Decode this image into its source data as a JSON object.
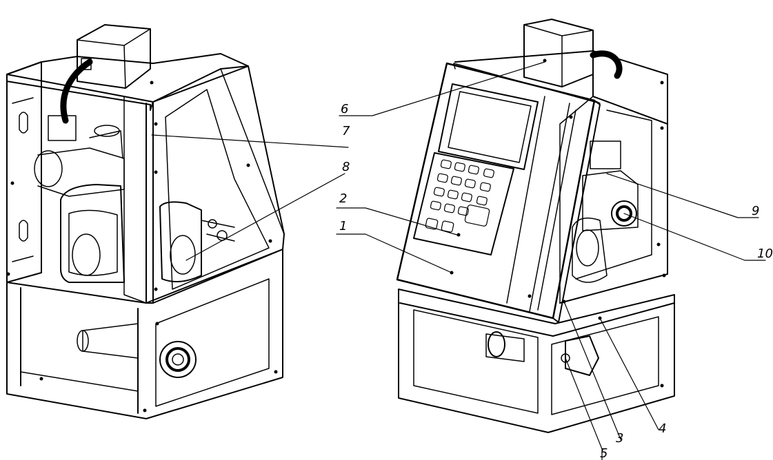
{
  "drawing": {
    "description_mode": "technical line drawing, two isometric views of a dispenser unit",
    "stroke_color": "#000000",
    "background_color": "#ffffff",
    "callouts": [
      {
        "id": "c1",
        "text": "1"
      },
      {
        "id": "c2",
        "text": "2"
      },
      {
        "id": "c3",
        "text": "3"
      },
      {
        "id": "c4",
        "text": "4"
      },
      {
        "id": "c5",
        "text": "5"
      },
      {
        "id": "c6",
        "text": "6"
      },
      {
        "id": "c7",
        "text": "7"
      },
      {
        "id": "c8",
        "text": "8"
      },
      {
        "id": "c9",
        "text": "9"
      },
      {
        "id": "c10",
        "text": "10"
      }
    ]
  }
}
